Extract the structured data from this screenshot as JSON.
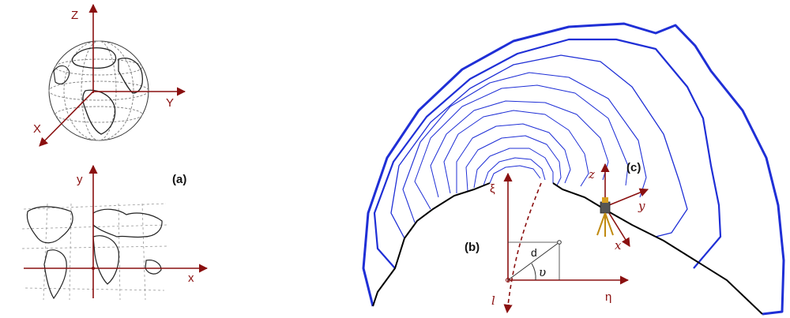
{
  "globe_axes": {
    "z": "Z",
    "y": "Y",
    "x": "X"
  },
  "map_axes": {
    "y": "y",
    "x": "x"
  },
  "panel_labels": {
    "a": "(a)",
    "b": "(b)",
    "c": "(c)"
  },
  "local_frame": {
    "xi": "ξ",
    "eta": "η",
    "l": "l",
    "d": "d",
    "upsilon": "υ"
  },
  "instrument_frame": {
    "z": "z",
    "y": "y",
    "x": "x"
  },
  "colors": {
    "axis": "#8a1010",
    "profile": "#1f2fd6",
    "rock": "#000000",
    "sketch": "#333333"
  }
}
